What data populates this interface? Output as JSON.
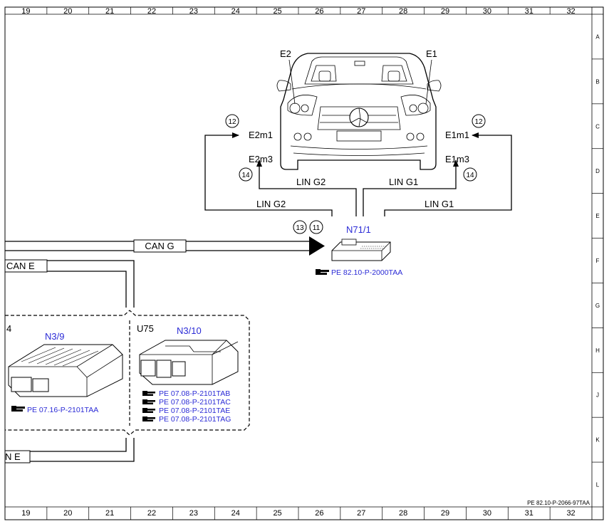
{
  "grid": {
    "columns": [
      "19",
      "20",
      "21",
      "22",
      "23",
      "24",
      "25",
      "26",
      "27",
      "28",
      "29",
      "30",
      "31",
      "32"
    ],
    "rows": [
      "A",
      "B",
      "C",
      "D",
      "E",
      "F",
      "G",
      "H",
      "J",
      "K",
      "L"
    ]
  },
  "car": {
    "e2": "E2",
    "e1": "E1"
  },
  "connectors": {
    "e2m1": "E2m1",
    "e2m3": "E2m3",
    "e1m1": "E1m1",
    "e1m3": "E1m3",
    "circle_12": "12",
    "circle_14": "14",
    "circle_13": "13",
    "circle_11": "11"
  },
  "buses": {
    "lin_g2": "LIN G2",
    "lin_g1": "LIN G1",
    "can_g": "CAN G",
    "can_e": "CAN E",
    "can_e_lower": "N E"
  },
  "n71": {
    "title": "N71/1",
    "ref": "PE 82.10-P-2000TAA"
  },
  "n39": {
    "title": "N3/9",
    "prefix": "4",
    "ref": "PE 07.16-P-2101TAA"
  },
  "n310": {
    "title": "N3/10",
    "group": "U75",
    "refs": [
      "PE 07.08-P-2101TAB",
      "PE 07.08-P-2101TAC",
      "PE 07.08-P-2101TAE",
      "PE 07.08-P-2101TAG"
    ]
  },
  "footer": {
    "doc_ref": "PE 82.10-P-2066-97TAA"
  }
}
